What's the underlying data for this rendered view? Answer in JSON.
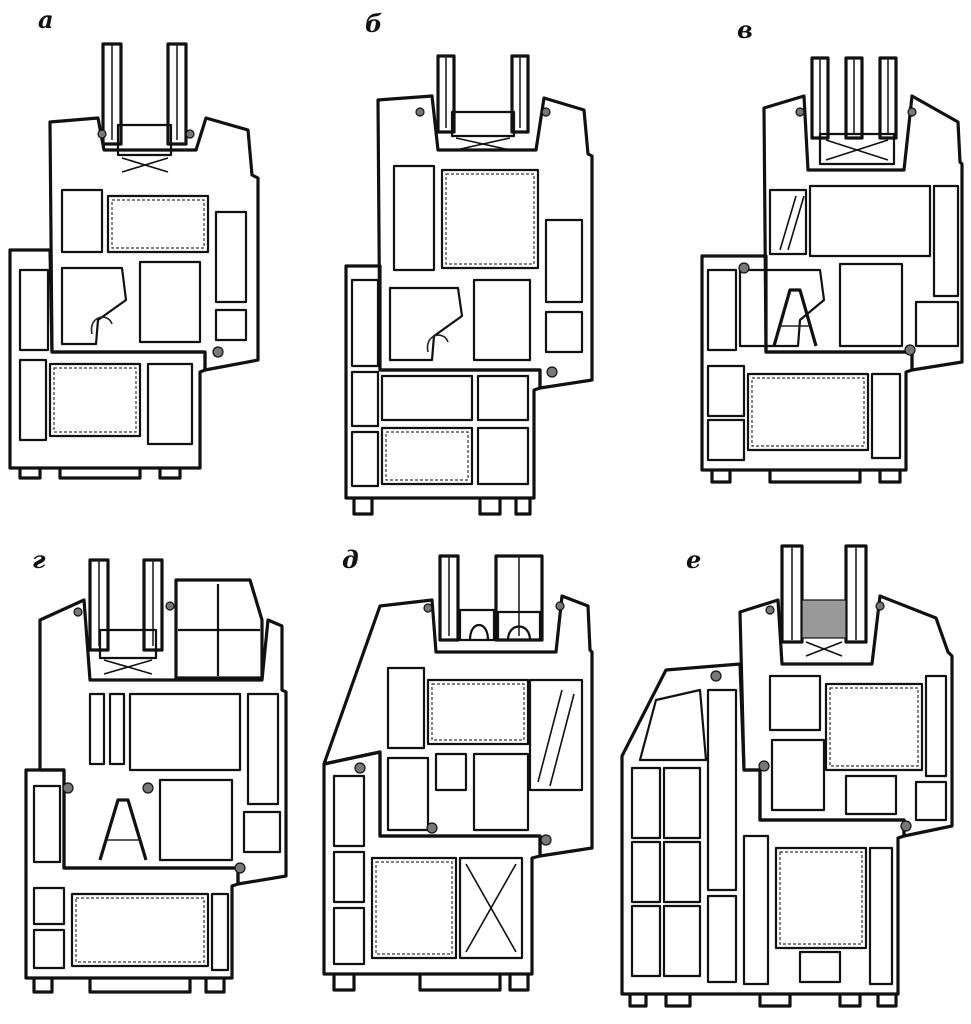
{
  "figure": {
    "panels": [
      {
        "id": "a",
        "label": "а"
      },
      {
        "id": "b",
        "label": "б"
      },
      {
        "id": "c",
        "label": "в"
      },
      {
        "id": "d",
        "label": "г"
      },
      {
        "id": "e",
        "label": "д"
      },
      {
        "id": "f",
        "label": "е"
      }
    ]
  }
}
